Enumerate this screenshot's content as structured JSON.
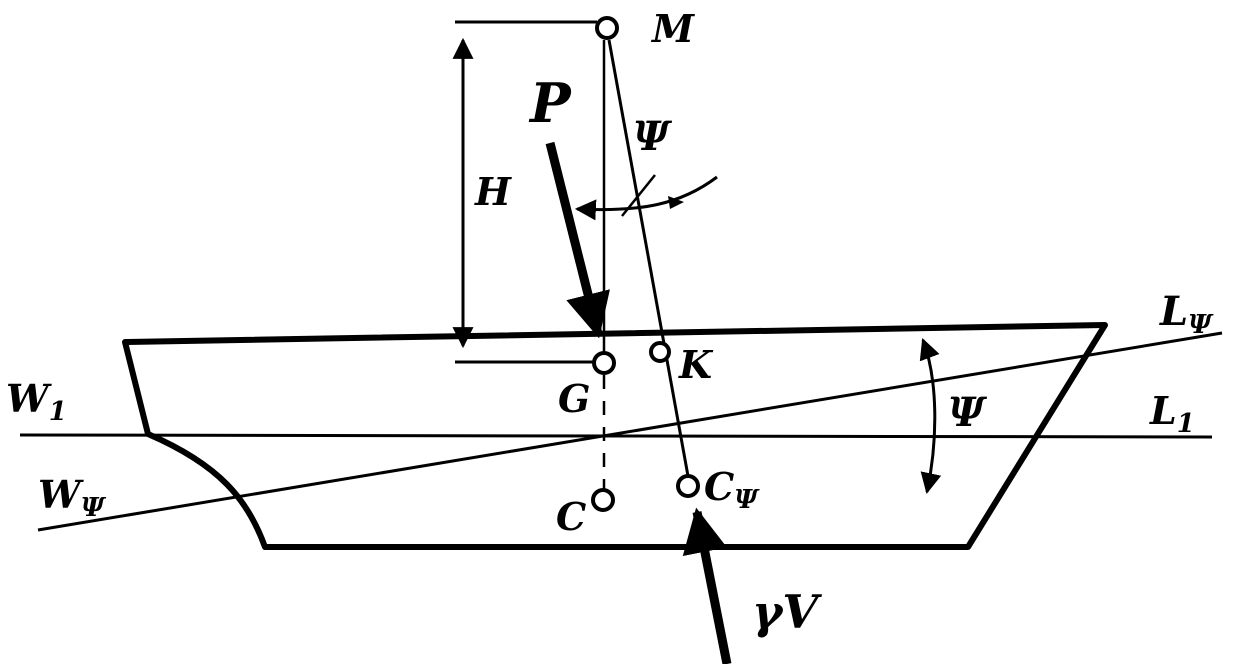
{
  "labels": {
    "M": "M",
    "P": "P",
    "psi_top": "Ψ",
    "H": "H",
    "L_psi_main": "L",
    "L_psi_sub": "Ψ",
    "G": "G",
    "K": "K",
    "W1_main": "W",
    "W1_sub": "1",
    "psi_right": "Ψ",
    "L1_main": "L",
    "L1_sub": "1",
    "W_psi_main": "W",
    "W_psi_sub": "Ψ",
    "C": "C",
    "C_psi_main": "C",
    "C_psi_sub": "Ψ",
    "gamma_V": "γV"
  },
  "colors": {
    "ink": "#000000",
    "paper": "#ffffff"
  }
}
